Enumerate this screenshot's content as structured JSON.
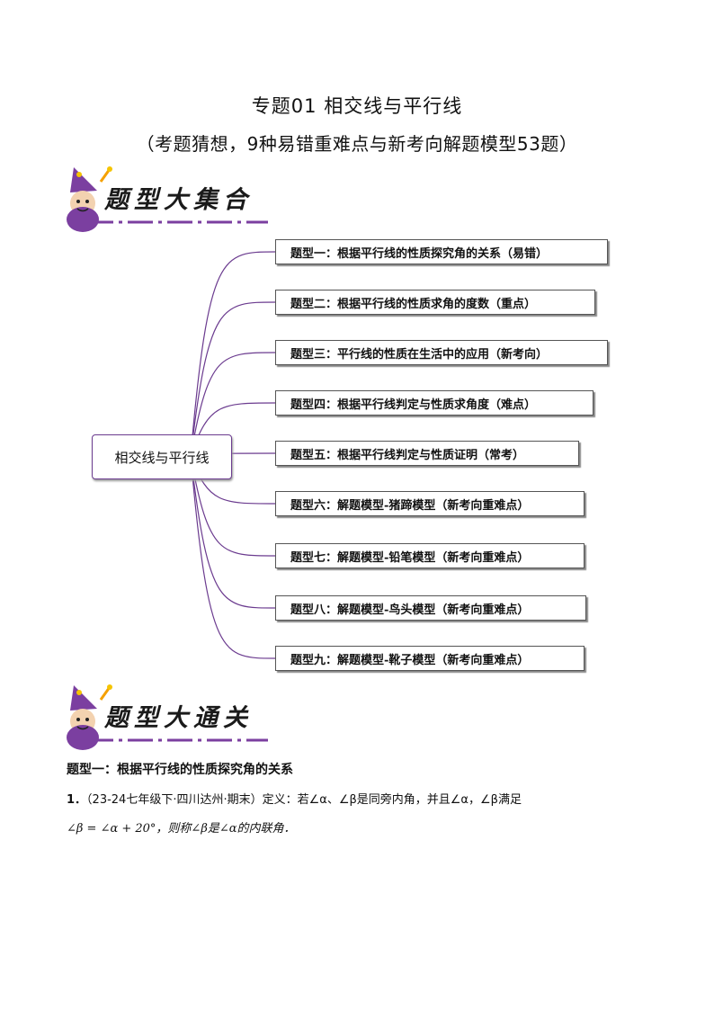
{
  "header": {
    "title": "专题01  相交线与平行线",
    "subtitle": "（考题猜想，9种易错重难点与新考向解题模型53题）"
  },
  "banner1": {
    "text": "题型大集合"
  },
  "banner2": {
    "text": "题型大通关"
  },
  "mindmap": {
    "root": "相交线与平行线",
    "topics": [
      "题型一：根据平行线的性质探究角的关系（易错）",
      "题型二：根据平行线的性质求角的度数（重点）",
      "题型三：平行线的性质在生活中的应用（新考向）",
      "题型四：根据平行线判定与性质求角度（难点）",
      "题型五：根据平行线判定与性质证明（常考）",
      "题型六：解题模型-猪蹄模型（新考向重难点）",
      "题型七：解题模型-铅笔模型（新考向重难点）",
      "题型八：解题模型-鸟头模型（新考向重难点）",
      "题型九：解题模型-靴子模型（新考向重难点）"
    ],
    "colors": {
      "line": "#6b3b8f",
      "border": "#555555"
    }
  },
  "section": {
    "heading": "题型一：根据平行线的性质探究角的关系",
    "q1_num": "1．",
    "q1_source": "（23-24七年级下·四川达州·期末）",
    "q1_line1": "定义：若∠α、∠β是同旁内角，并且∠α，∠β满足",
    "q1_line2": "∠β = ∠α + 20°，则称∠β是∠α的内联角．"
  }
}
